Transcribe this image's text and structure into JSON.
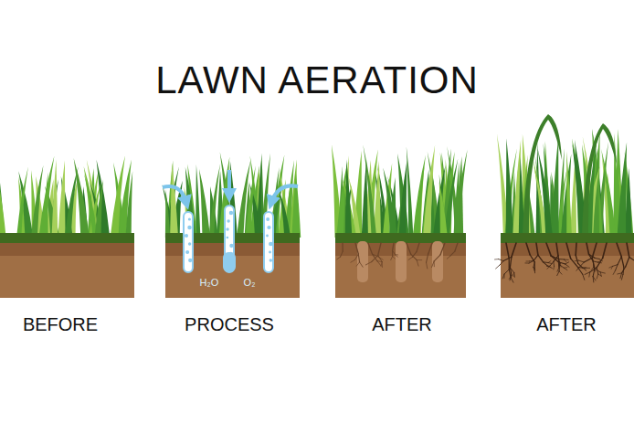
{
  "diagram": {
    "title": "LAWN AERATION",
    "labels": [
      "BEFORE",
      "PROCESS",
      "AFTER",
      "AFTER",
      "H₂O",
      "O₂"
    ]
  }
}
